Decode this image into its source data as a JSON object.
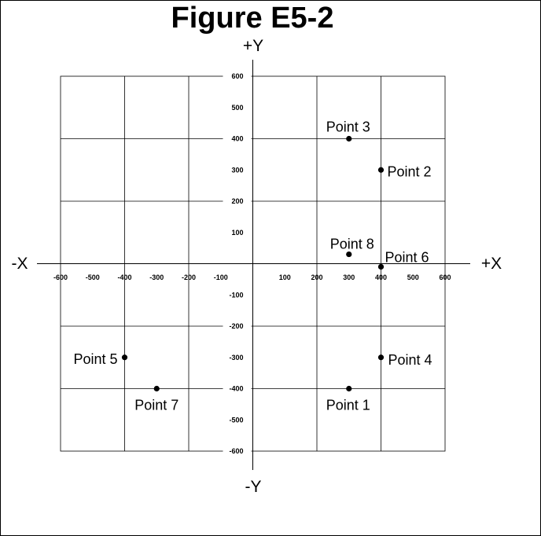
{
  "chart_data": {
    "type": "scatter",
    "title": "Figure E5-2",
    "axis_labels": {
      "pos_y": "+Y",
      "neg_y": "-Y",
      "pos_x": "+X",
      "neg_x": "-X"
    },
    "xlim": [
      -600,
      600
    ],
    "ylim": [
      -600,
      600
    ],
    "grid": true,
    "x_ticks": [
      "-600",
      "-500",
      "-400",
      "-300",
      "-200",
      "-100",
      "100",
      "200",
      "300",
      "400",
      "500",
      "600"
    ],
    "y_ticks": [
      "600",
      "500",
      "400",
      "300",
      "200",
      "100",
      "-100",
      "-200",
      "-300",
      "-400",
      "-500",
      "-600"
    ],
    "points": [
      {
        "label": "Point 1",
        "x": 300,
        "y": -400
      },
      {
        "label": "Point 2",
        "x": 400,
        "y": 300
      },
      {
        "label": "Point 3",
        "x": 300,
        "y": 400
      },
      {
        "label": "Point 4",
        "x": 400,
        "y": -300
      },
      {
        "label": "Point 5",
        "x": -400,
        "y": -300
      },
      {
        "label": "Point 6",
        "x": 400,
        "y": -10
      },
      {
        "label": "Point 7",
        "x": -300,
        "y": -400
      },
      {
        "label": "Point 8",
        "x": 300,
        "y": 30
      }
    ]
  }
}
